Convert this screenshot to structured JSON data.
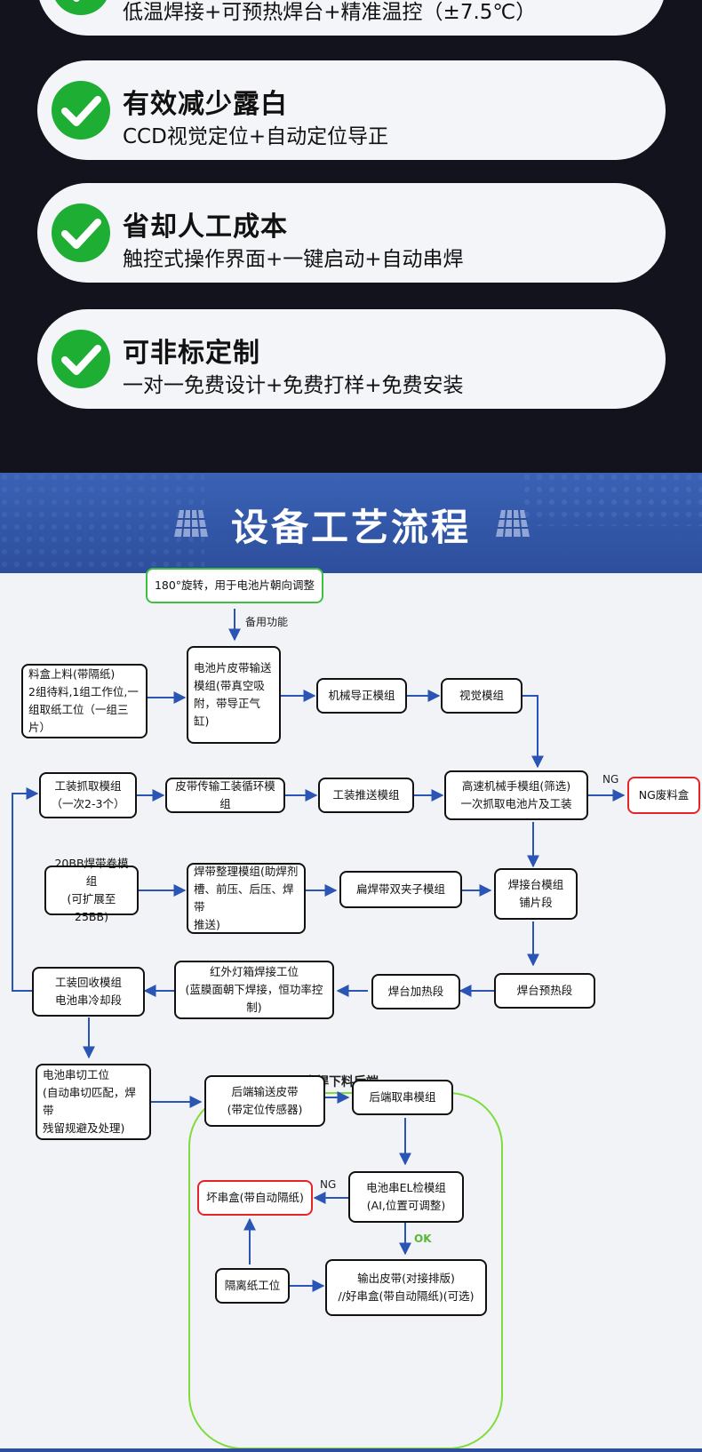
{
  "features": [
    {
      "title": "",
      "desc": "低温焊接+可预热焊台+精准温控（±7.5℃）"
    },
    {
      "title": "有效减少露白",
      "desc": "CCD视觉定位+自动定位导正"
    },
    {
      "title": "省却人工成本",
      "desc": "触控式操作界面+一键启动+自动串焊"
    },
    {
      "title": "可非标定制",
      "desc": "一对一免费设计+免费打样+免费安装"
    }
  ],
  "section_title": "设备工艺流程",
  "colors": {
    "dark_bg": "#12131c",
    "banner_blue": "#2d4e9c",
    "check_green": "#1fae34",
    "arrow_blue": "#2a55b5",
    "ok_green": "#55b935",
    "ng_red": "#e5242a"
  },
  "flow": {
    "rotate": "180°旋转，用于电池片朝向调整",
    "spare": "备用功能",
    "magazine": [
      "料盒上料(带隔纸)",
      "2组待料,1组工作位,一",
      "组取纸工位（一组三片）"
    ],
    "belt": [
      "电池片皮带输送",
      "模组(带真空吸",
      "附，带导正气缸)"
    ],
    "align": "机械导正模组",
    "vision": "视觉模组",
    "pick": [
      "工装抓取模组",
      "（一次2-3个）"
    ],
    "cycle": "皮带传输工装循环模组",
    "push": "工装推送模组",
    "robot": [
      "高速机械手模组(筛选)",
      "一次抓取电池片及工装"
    ],
    "ng1": "NG",
    "ng_box": "NG废料盒",
    "ribbon_roll": [
      "20BB焊带卷模组",
      "(可扩展至25BB)"
    ],
    "ribbon_sort": [
      "焊带整理模组(助焊剂",
      "槽、前压、后压、焊带",
      "推送)"
    ],
    "clamp": "扁焊带双夹子模组",
    "platform": [
      "焊接台模组",
      "铺片段"
    ],
    "recycle": [
      "工装回收模组",
      "电池串冷却段"
    ],
    "infrared": [
      "红外灯箱焊接工位",
      "(蓝膜面朝下焊接，恒功率控制)"
    ],
    "heating": "焊台加热段",
    "preheat": "焊台预热段",
    "backend_title": "串焊下料后端",
    "cut": [
      "电池串切工位",
      "(自动串切匹配，焊带",
      "残留规避及处理)"
    ],
    "out_belt": [
      "后端输送皮带",
      "(带定位传感器)"
    ],
    "take": "后端取串模组",
    "el": [
      "电池串EL检模组",
      "(AI,位置可调整)"
    ],
    "ng2": "NG",
    "bad_box": "坏串盒(带自动隔纸)",
    "ok": "OK",
    "paper": "隔离纸工位",
    "output": [
      "输出皮带(对接排版)",
      "//好串盒(带自动隔纸)(可选)"
    ]
  }
}
